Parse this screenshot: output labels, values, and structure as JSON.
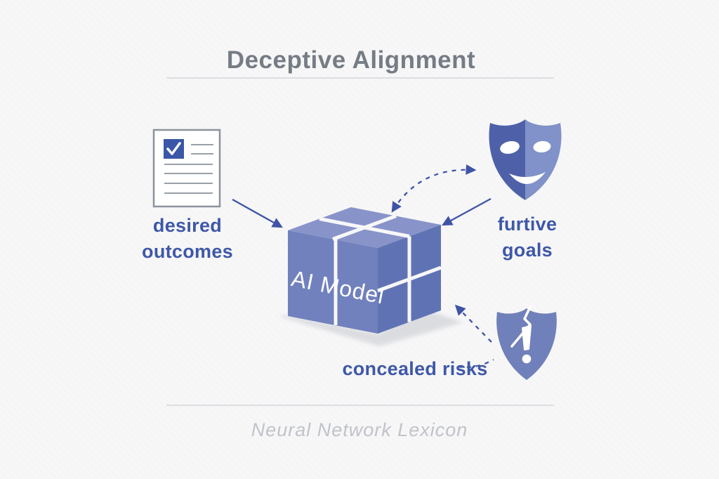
{
  "title": "Deceptive Alignment",
  "footer": "Neural Network Lexicon",
  "cube": {
    "label": "AI Model",
    "icon": "ai-model-cube-icon"
  },
  "labels": {
    "desired": {
      "line1": "desired",
      "line2": "outcomes",
      "icon": "checklist-document-icon"
    },
    "furtive": {
      "line1": "furtive",
      "line2": "goals",
      "icon": "theater-mask-icon"
    },
    "concealed": {
      "line": "concealed risks",
      "icon": "cracked-shield-alert-icon"
    }
  },
  "colors": {
    "bg": "#f7f7f8",
    "title-gray": "#767c85",
    "label-blue": "#3e58a8",
    "arrow-blue": "#3f54a6",
    "cube-top": "#8894c9",
    "cube-front": "#7181bd",
    "cube-right": "#5f73b4",
    "mask-left": "#4e61a8",
    "mask-right": "#8092c9",
    "shield-blue": "#7080ba",
    "doc-border": "#8d939c",
    "doc-line": "#9aa0a8",
    "check-blue": "#3a57a8",
    "divider-gray": "#dcdee2",
    "footer-gray": "#c0c3c9",
    "shadow-gray": "#d9dade"
  }
}
